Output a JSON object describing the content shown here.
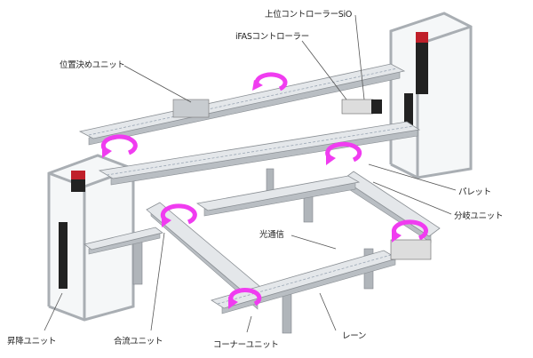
{
  "title": "コンベアシステム構成図",
  "labels": {
    "host_controller": "上位コントローラーSiO",
    "ifas_controller": "iFASコントローラー",
    "positioning_unit": "位置決めユニット",
    "pallet": "パレット",
    "branch_unit": "分岐ユニット",
    "optical_comm": "光通信",
    "lift_unit": "昇降ユニット",
    "merge_unit": "合流ユニット",
    "corner_unit": "コーナーユニット",
    "lane": "レーン"
  },
  "colors": {
    "rotation_arrow": "#f03cf0",
    "rail": "#e4e7ea",
    "tower_top": "#c0202a"
  }
}
